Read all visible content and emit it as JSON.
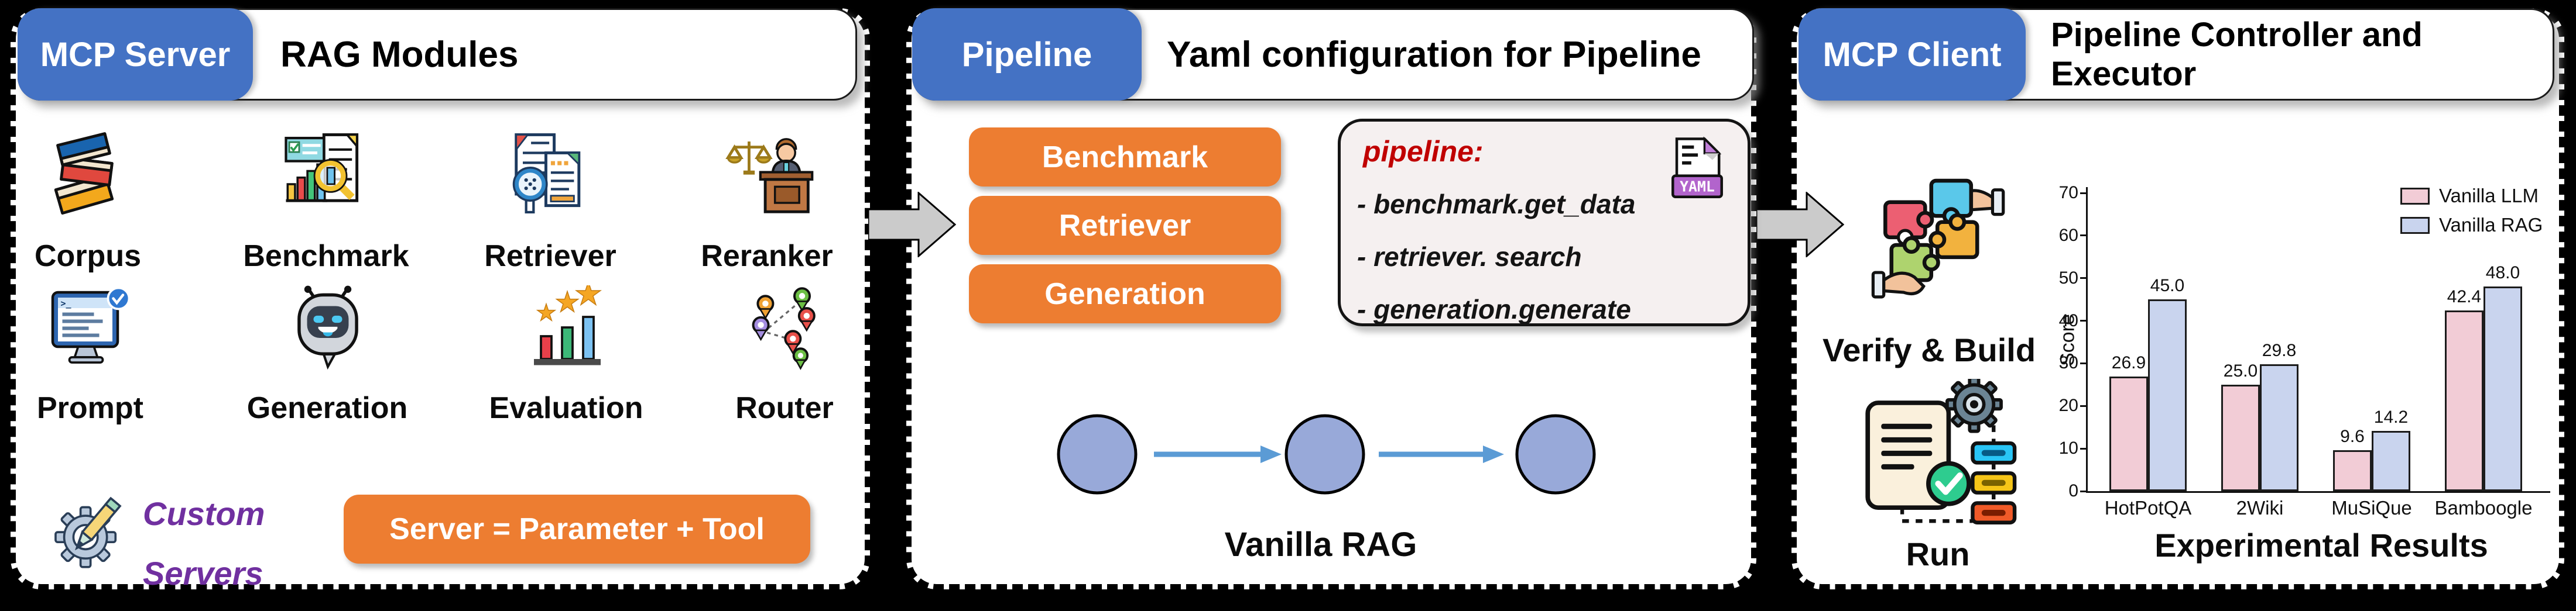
{
  "panels": [
    {
      "tag": "MCP Server",
      "title": "RAG Modules",
      "modules": [
        "Corpus",
        "Benchmark",
        "Retriever",
        "Reranker",
        "Prompt",
        "Generation",
        "Evaluation",
        "Router"
      ],
      "custom": {
        "line1": "Custom",
        "line2": "Servers"
      },
      "formula": "Server = Parameter + Tool"
    },
    {
      "tag": "Pipeline",
      "title": "Yaml configuration for Pipeline",
      "buttons": [
        "Benchmark",
        "Retriever",
        "Generation"
      ],
      "yaml": {
        "header": "pipeline:",
        "lines": [
          "- benchmark.get_data",
          "- retriever. search",
          "- generation.generate"
        ],
        "badge": "YAML"
      },
      "flow_label": "Vanilla RAG"
    },
    {
      "tag": "MCP Client",
      "title": "Pipeline Controller and Executor",
      "verify_label": "Verify & Build",
      "run_label": "Run",
      "chart_title": "Experimental Results"
    }
  ],
  "colors": {
    "background": "#000000",
    "panel": "#ffffff",
    "tag_blue": "#4472c4",
    "accent_orange": "#ed7d31",
    "purple_text": "#7030a0",
    "code_red": "#c00000",
    "code_box_bg": "#f5f0f0",
    "node_blue": "#98a9d9",
    "flow_arrow_blue": "#5b9bd5",
    "connector_gray": "#cbcbcb",
    "yaml_purple": "#b264cc"
  },
  "icons": [
    "books-stack-icon",
    "benchmark-chart-magnifier-icon",
    "retriever-document-magnifier-icon",
    "reranker-judge-icon",
    "prompt-terminal-icon",
    "generation-robot-icon",
    "evaluation-bars-stars-icon",
    "router-pins-icon",
    "custom-gear-pencil-icon",
    "yaml-file-icon",
    "puzzle-hands-icon",
    "run-document-gear-icon",
    "right-arrow-icon"
  ],
  "chart_data": {
    "type": "bar",
    "title": "Experimental Results",
    "categories": [
      "HotPotQA",
      "2Wiki",
      "MuSiQue",
      "Bamboogle"
    ],
    "series": [
      {
        "name": "Vanilla LLM",
        "color": "#f2ccd6",
        "edge": "#1c1c1c",
        "values": [
          26.9,
          25.0,
          9.6,
          42.4
        ]
      },
      {
        "name": "Vanilla RAG",
        "color": "#c9d4ee",
        "edge": "#1c1c1c",
        "values": [
          45.0,
          29.8,
          14.2,
          48.0
        ]
      }
    ],
    "xlabel": "",
    "ylabel": "Score",
    "ylim": [
      0,
      70
    ],
    "yticks": [
      0,
      10,
      20,
      30,
      40,
      50,
      60,
      70
    ],
    "legend_position": "upper right",
    "grid": false,
    "value_labels": true
  }
}
